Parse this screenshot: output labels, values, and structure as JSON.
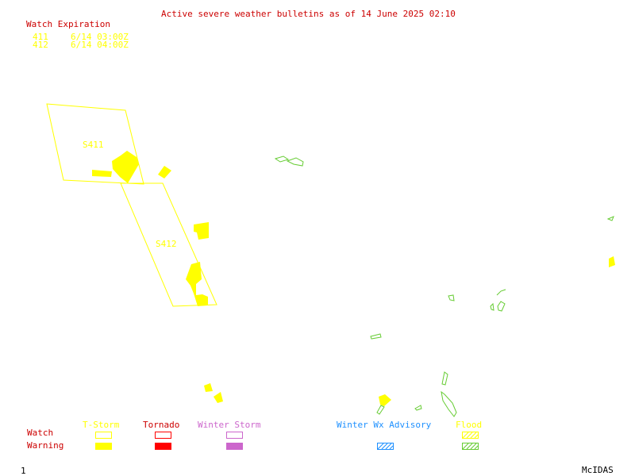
{
  "title": "Active severe weather bulletins as of 14 June 2025 02:10",
  "watch_expiration": {
    "heading": "Watch Expiration",
    "rows": [
      {
        "id": "411",
        "expires": "6/14 03:00Z"
      },
      {
        "id": "412",
        "expires": "6/14 04:00Z"
      }
    ]
  },
  "map_labels": {
    "watch_411": "S411",
    "watch_412": "S412"
  },
  "legend": {
    "row_watch": "Watch",
    "row_warning": "Warning",
    "columns": {
      "tstorm": "T-Storm",
      "tornado": "Tornado",
      "winter_storm": "Winter Storm",
      "winter_wx_advisory": "Winter Wx Advisory",
      "flood": "Flood"
    }
  },
  "colors": {
    "tstorm": "#ffff00",
    "tornado": "#ff0000",
    "winter_storm": "#cc66cc",
    "winter_wx_advisory": "#1e90ff",
    "flood": "#66cc33",
    "heading": "#cc0000"
  },
  "footer": {
    "frame_number": "1",
    "software": "McIDAS"
  }
}
